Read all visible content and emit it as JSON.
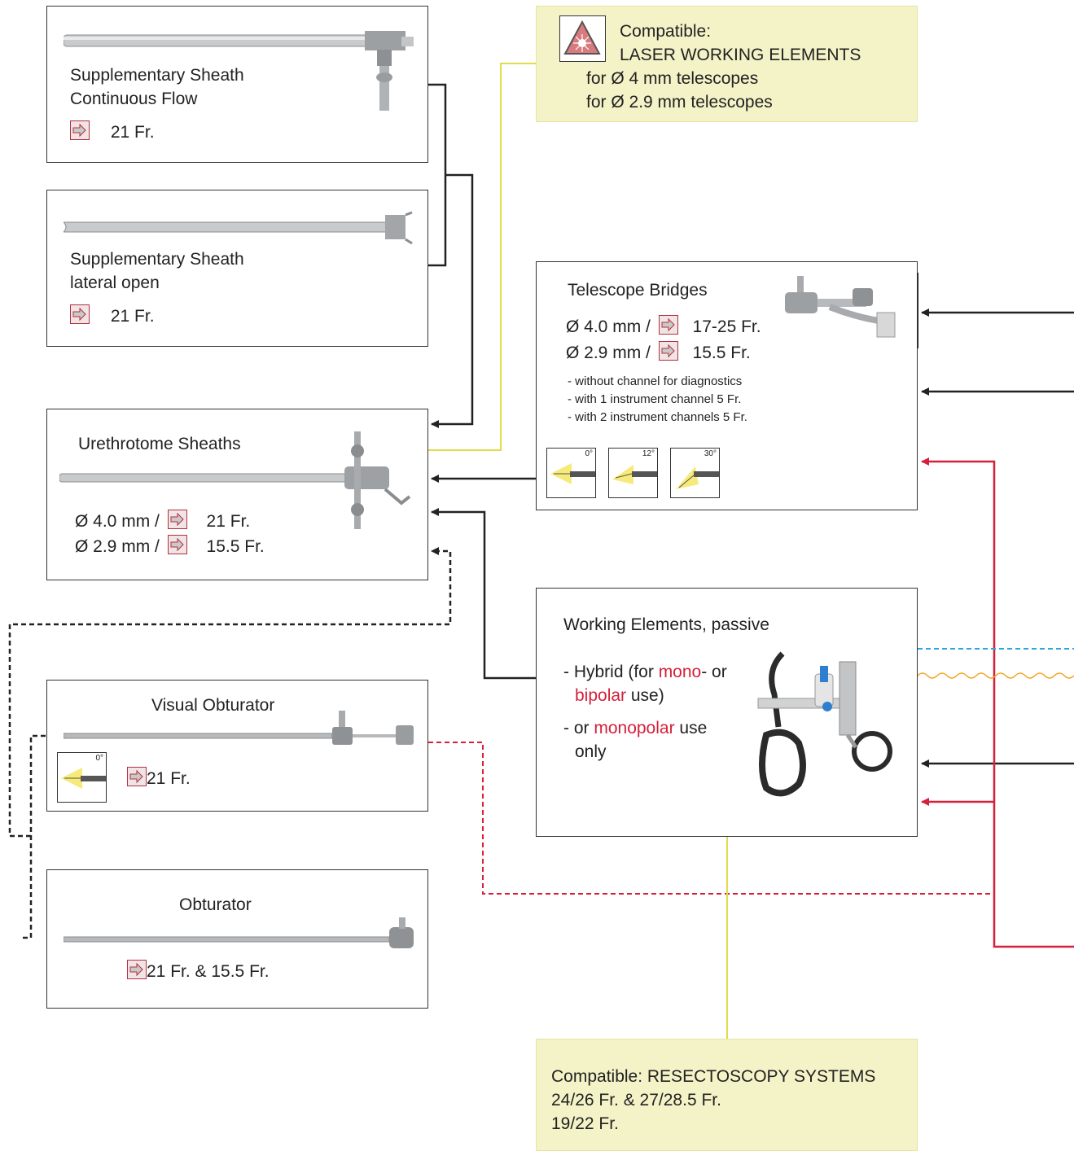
{
  "supp_flow": {
    "line1": "Supplementary Sheath",
    "line2": "Continuous Flow",
    "size": "21 Fr."
  },
  "supp_lateral": {
    "line1": "Supplementary Sheath",
    "line2": "lateral open",
    "size": "21 Fr."
  },
  "urethrotome": {
    "title": "Urethrotome Sheaths",
    "row1_dia": "Ø 4.0 mm /",
    "row1_size": "21 Fr.",
    "row2_dia": "Ø 2.9 mm /",
    "row2_size": "15.5 Fr."
  },
  "visual_obturator": {
    "title": "Visual Obturator",
    "angle": "0°",
    "size": "21 Fr."
  },
  "obturator": {
    "title": "Obturator",
    "size": "21 Fr. & 15.5 Fr."
  },
  "laser": {
    "line1": "Compatible:",
    "line2": "LASER WORKING ELEMENTS",
    "line3": "for Ø 4 mm telescopes",
    "line4": "for Ø 2.9 mm telescopes"
  },
  "bridges": {
    "title": "Telescope Bridges",
    "row1_dia": "Ø 4.0 mm /",
    "row1_size": "17-25 Fr.",
    "row2_dia": "Ø 2.9 mm /",
    "row2_size": "15.5 Fr.",
    "bullets": [
      "- without channel for diagnostics",
      "- with 1 instrument channel 5 Fr.",
      "- with 2 instrument channels 5 Fr."
    ],
    "angles": [
      "0°",
      "12°",
      "30°"
    ]
  },
  "working": {
    "title": "Working Elements, passive",
    "b1_pre": "- Hybrid (for ",
    "b1_red": "mono",
    "b1_post": "- or",
    "b1_red2": "bipolar",
    "b1_post2": " use)",
    "b2_pre": "- or ",
    "b2_red": "monopolar",
    "b2_post": " use",
    "b2_line2": "only"
  },
  "resecto": {
    "line1": "Compatible: RESECTOSCOPY SYSTEMS",
    "line2": "24/26 Fr. & 27/28.5 Fr.",
    "line3": "19/22 Fr."
  },
  "colors": {
    "accent_red": "#d61f38",
    "compat_bg": "#f4f3c8",
    "yellow_line": "#e2dc4a",
    "blue_dash": "#2aa6e0",
    "orange_wave": "#f2a31b"
  }
}
